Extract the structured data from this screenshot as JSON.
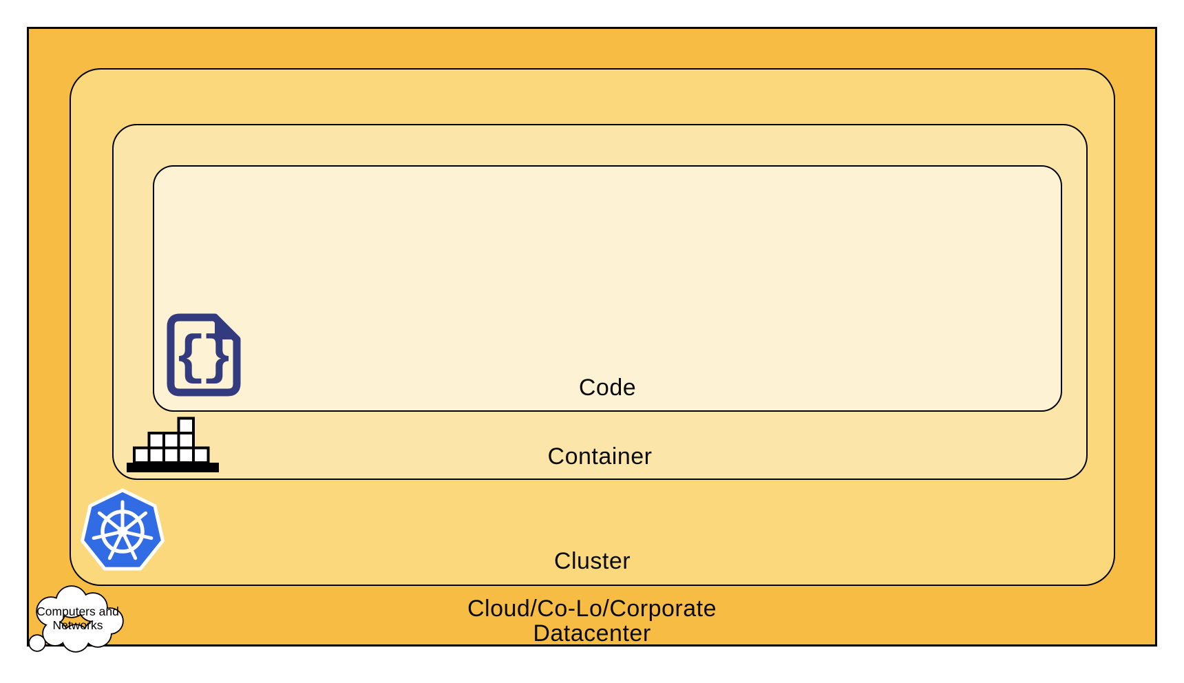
{
  "layers": {
    "cloud": {
      "label_line1": "Cloud/Co-Lo/Corporate",
      "label_line2": "Datacenter"
    },
    "cluster": {
      "label": "Cluster"
    },
    "container": {
      "label": "Container"
    },
    "code": {
      "label": "Code"
    }
  },
  "cloud_icon": {
    "line1": "Computers and",
    "line2": "Networks"
  },
  "code_icon": {
    "left_brace": "{",
    "right_brace": "}"
  },
  "colors": {
    "cloud_fill": "#F7BC43",
    "cluster_fill": "#FCD87D",
    "container_fill": "#FCE5A9",
    "code_fill": "#FDF2D4",
    "outline": "#000000",
    "kubernetes_blue": "#326CE5",
    "code_icon_ink": "#333A7E",
    "brick_fill": "#FFFFFF",
    "wheel_white": "#FFFFFF"
  }
}
